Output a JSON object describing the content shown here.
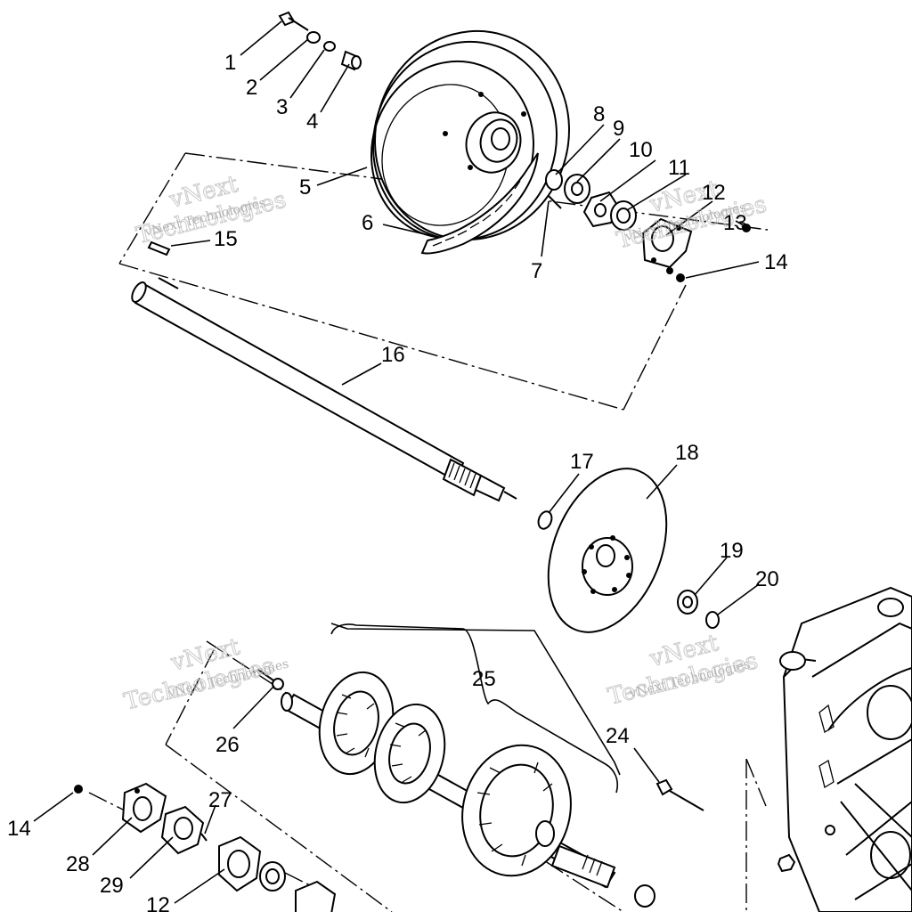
{
  "callouts": [
    "1",
    "2",
    "3",
    "4",
    "5",
    "6",
    "7",
    "8",
    "9",
    "10",
    "11",
    "12",
    "13",
    "14",
    "15",
    "16",
    "17",
    "18",
    "19",
    "20",
    "24",
    "25",
    "26",
    "27",
    "28",
    "29",
    "12",
    "14"
  ],
  "watermark": {
    "small": "vNext Technologies",
    "big_line1": "vNext",
    "big_line2": "Technologies"
  }
}
